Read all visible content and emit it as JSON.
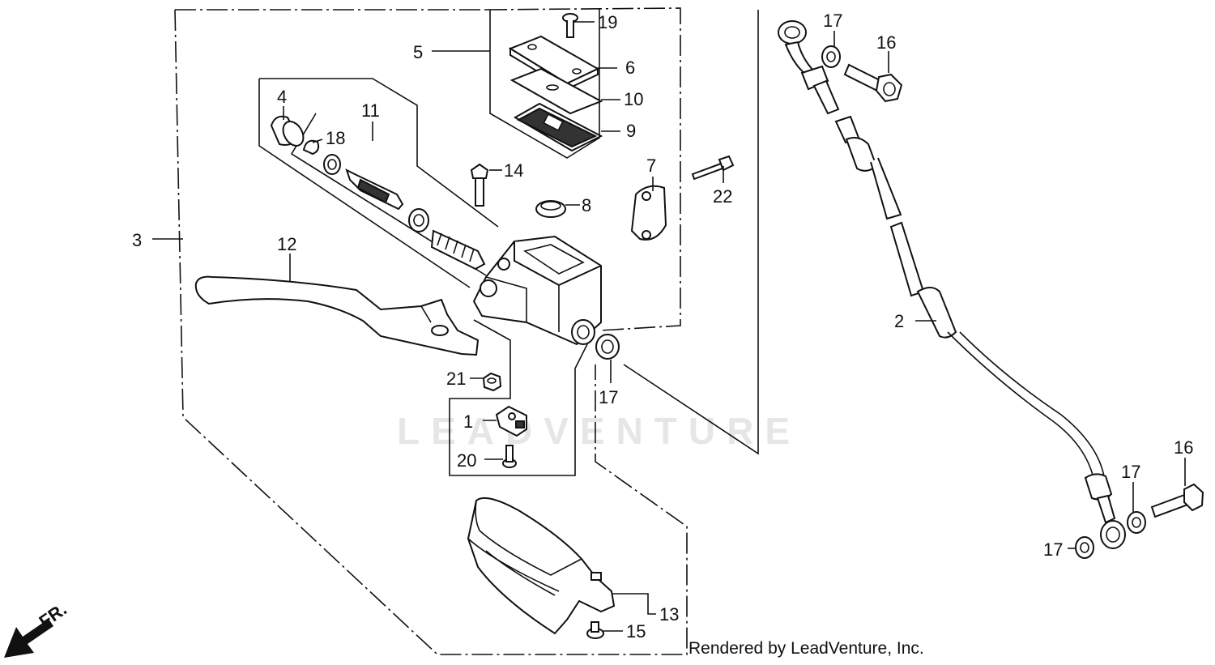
{
  "watermark": "LEADVENTURE",
  "credit": "Rendered by LeadVenture, Inc.",
  "direction_label": "FR.",
  "callouts": {
    "c1": "1",
    "c2": "2",
    "c3": "3",
    "c4": "4",
    "c5": "5",
    "c6": "6",
    "c7": "7",
    "c8": "8",
    "c9": "9",
    "c10": "10",
    "c11": "11",
    "c12": "12",
    "c13": "13",
    "c14": "14",
    "c15": "15",
    "c16a": "16",
    "c16b": "16",
    "c17a": "17",
    "c17b": "17",
    "c17c": "17",
    "c17d": "17",
    "c18": "18",
    "c19": "19",
    "c20": "20",
    "c21": "21",
    "c22": "22"
  }
}
